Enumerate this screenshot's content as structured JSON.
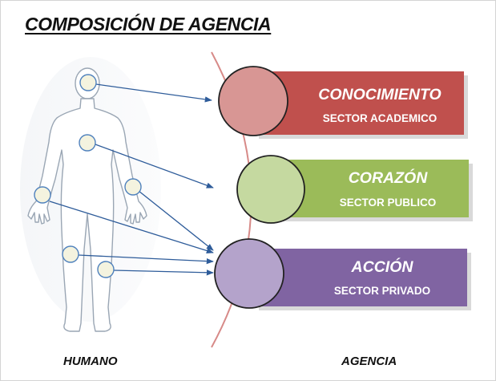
{
  "title": "COMPOSICIÓN DE AGENCIA",
  "labels": {
    "human": "HUMANO",
    "agency": "AGENCIA"
  },
  "panels": [
    {
      "title": "CONOCIMIENTO",
      "subtitle": "SECTOR ACADEMICO",
      "color": "#c0504d",
      "circle_color": "#d89694"
    },
    {
      "title": "CORAZÓN",
      "subtitle": "SECTOR PUBLICO",
      "color": "#9bbb59",
      "circle_color": "#c5d9a0"
    },
    {
      "title": "ACCIÓN",
      "subtitle": "SECTOR PRIVADO",
      "color": "#8064a2",
      "circle_color": "#b4a3cb"
    }
  ],
  "colors": {
    "arrow": "#2e5c9a",
    "body_marker_fill": "#f4f3df",
    "body_marker_stroke": "#4f81bd",
    "arc": "#d78a88"
  }
}
